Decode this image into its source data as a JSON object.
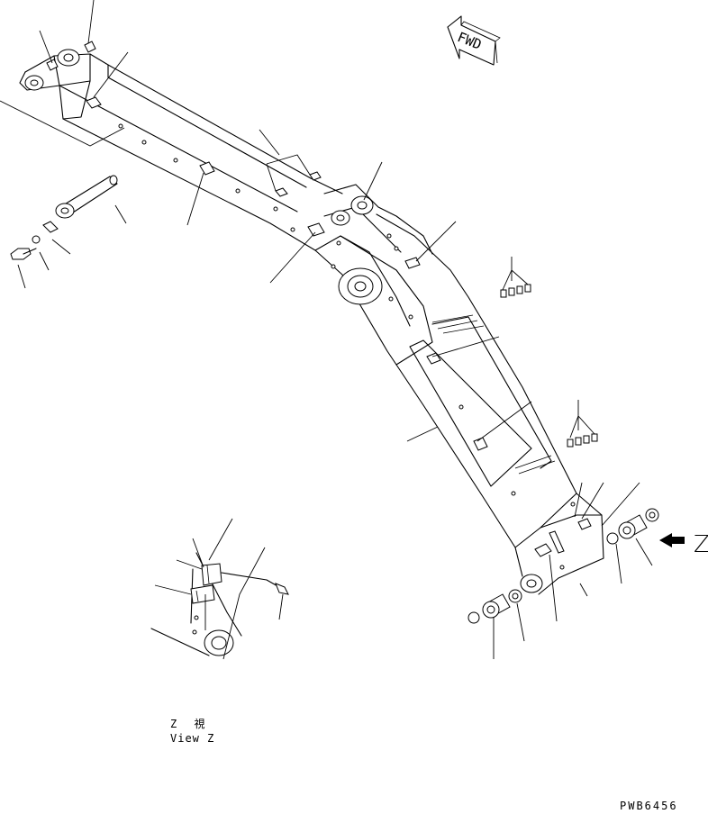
{
  "diagram": {
    "direction_marker": {
      "text": "FWD",
      "icon": "fwd-arrow-icon"
    },
    "view_arrow_label": "Z",
    "view_caption": {
      "japanese": "Z 視",
      "english": "View Z"
    },
    "drawing_code": "PWB6456"
  }
}
